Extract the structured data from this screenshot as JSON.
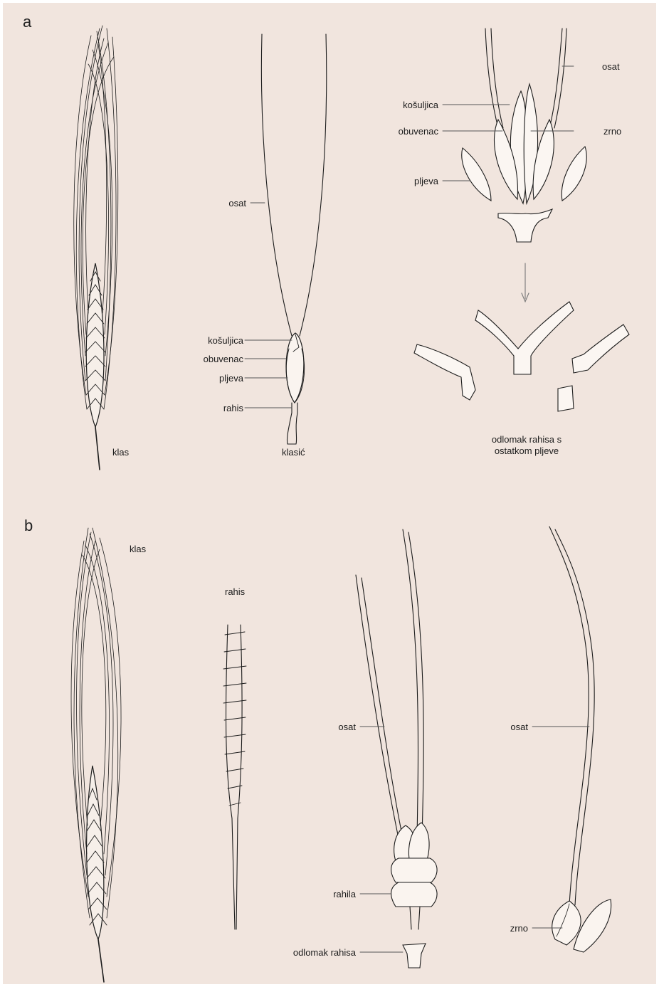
{
  "colors": {
    "background": "#f1e5de",
    "ink": "#1c1c1c",
    "leader": "#555555"
  },
  "panels": {
    "a": {
      "letter": "a",
      "labels": {
        "klas": "klas",
        "osat_spikelet": "osat",
        "kosuljica_spikelet": "košuljica",
        "obuvenac_spikelet": "obuvenac",
        "pljeva_spikelet": "pljeva",
        "rahis_spikelet": "rahis",
        "klasic": "klasić",
        "osat_detail": "osat",
        "kosuljica_detail": "košuljica",
        "obuvenac_detail": "obuvenac",
        "zrno_detail": "zrno",
        "pljeva_detail": "pljeva",
        "fragment_line1": "odlomak rahisa s",
        "fragment_line2": "ostatkom pljeve"
      }
    },
    "b": {
      "letter": "b",
      "labels": {
        "klas": "klas",
        "rahis": "rahis",
        "osat_spikelet": "osat",
        "rahila": "rahila",
        "odlomak_rahisa": "odlomak rahisa",
        "osat_grain": "osat",
        "zrno": "zrno"
      }
    }
  }
}
